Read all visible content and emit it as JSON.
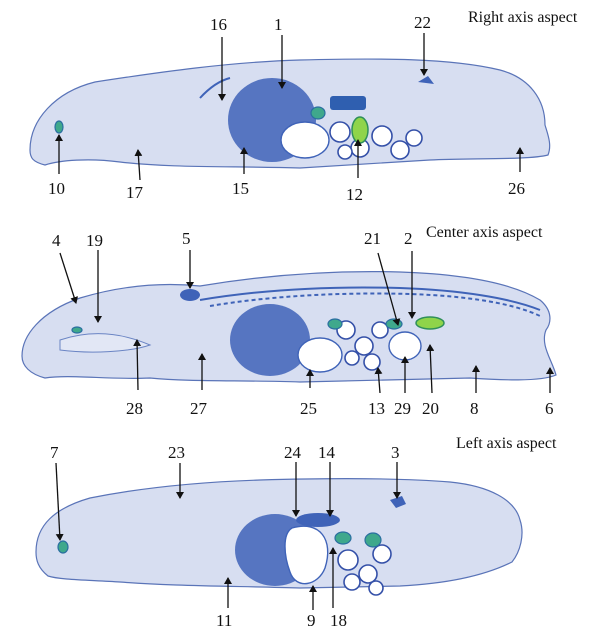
{
  "aspects": {
    "right": "Right axis aspect",
    "center": "Center axis aspect",
    "left": "Left axis aspect"
  },
  "labels": {
    "n1": "1",
    "n2": "2",
    "n3": "3",
    "n4": "4",
    "n5": "5",
    "n6": "6",
    "n7": "7",
    "n8": "8",
    "n9": "9",
    "n10": "10",
    "n11": "11",
    "n12": "12",
    "n13": "13",
    "n14": "14",
    "n15": "15",
    "n16": "16",
    "n17": "17",
    "n18": "18",
    "n19": "19",
    "n20": "20",
    "n21": "21",
    "n22": "22",
    "n23": "23",
    "n24": "24",
    "n25": "25",
    "n26": "26",
    "n27": "27",
    "n28": "28",
    "n29": "29"
  },
  "colors": {
    "tissue": "#d7def1",
    "organ": "#3f63b8",
    "high_uptake": "#8fd44a",
    "medium_uptake": "#3fa88c"
  }
}
